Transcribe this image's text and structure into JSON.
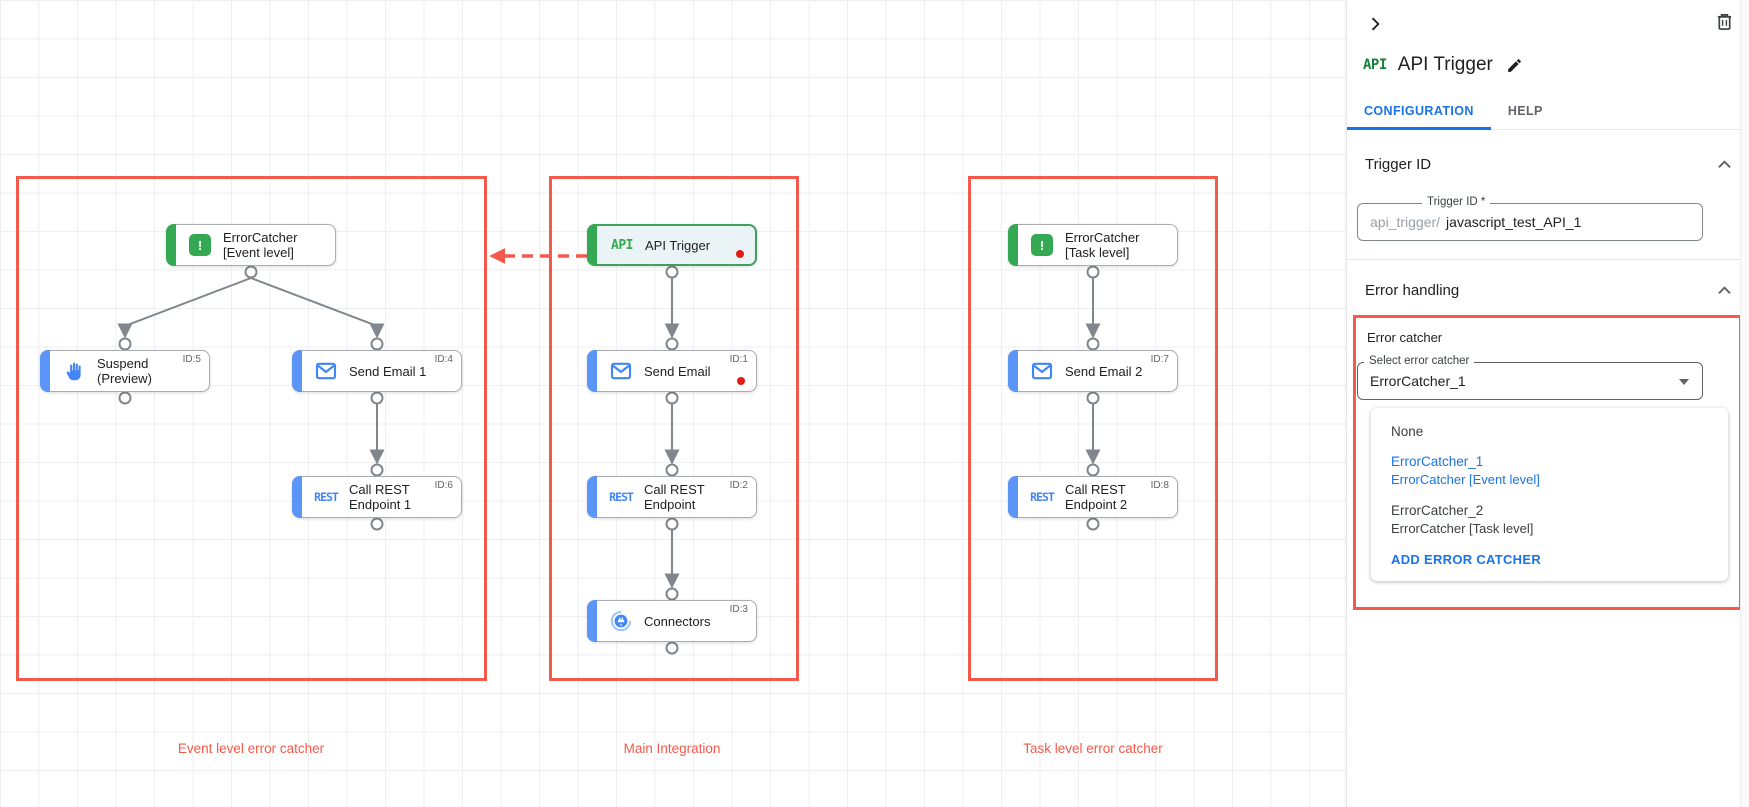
{
  "canvas": {
    "group_labels": [
      "Event level error catcher",
      "Main Integration",
      "Task level error catcher"
    ],
    "icon_texts": {
      "api": "API",
      "rest": "REST",
      "error": "!"
    },
    "nodes": {
      "ec_event": {
        "label": "ErrorCatcher [Event level]"
      },
      "suspend": {
        "label": "Suspend (Preview)",
        "id": "ID:5"
      },
      "send_email_1": {
        "label": "Send Email 1",
        "id": "ID:4"
      },
      "rest_1": {
        "label": "Call REST Endpoint 1",
        "id": "ID:6"
      },
      "api_trigger": {
        "label": "API Trigger"
      },
      "send_email": {
        "label": "Send Email",
        "id": "ID:1"
      },
      "rest": {
        "label": "Call REST Endpoint",
        "id": "ID:2"
      },
      "connectors": {
        "label": "Connectors",
        "id": "ID:3"
      },
      "ec_task": {
        "label": "ErrorCatcher [Task level]"
      },
      "send_email_2": {
        "label": "Send Email 2",
        "id": "ID:7"
      },
      "rest_2": {
        "label": "Call REST Endpoint 2",
        "id": "ID:8"
      }
    }
  },
  "panel": {
    "title": "API Trigger",
    "title_badge": "API",
    "tabs": {
      "configuration": "CONFIGURATION",
      "help": "HELP"
    },
    "trigger_id": {
      "heading": "Trigger ID",
      "field_label": "Trigger ID *",
      "prefix": "api_trigger/",
      "value": "javascript_test_API_1"
    },
    "error_handling": {
      "heading": "Error handling",
      "group_label": "Error catcher",
      "select_label": "Select error catcher",
      "selected_value": "ErrorCatcher_1",
      "options": [
        {
          "title": "None",
          "subtitle": ""
        },
        {
          "title": "ErrorCatcher_1",
          "subtitle": "ErrorCatcher [Event level]"
        },
        {
          "title": "ErrorCatcher_2",
          "subtitle": "ErrorCatcher [Task level]"
        }
      ],
      "add_button": "ADD ERROR CATCHER"
    }
  },
  "colors": {
    "accent_green": "#34a853",
    "accent_blue": "#5b95f7",
    "highlight_red": "#f4594b",
    "alert_red": "#e31b12",
    "link_blue": "#1a73e8"
  }
}
